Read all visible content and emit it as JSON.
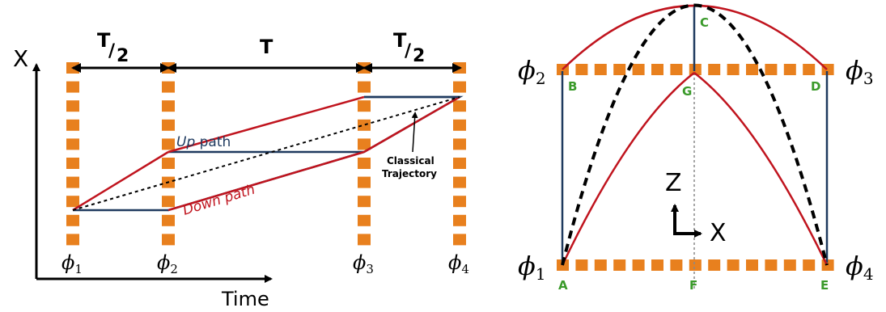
{
  "left_diagram": {
    "axis_x_label": "X",
    "axis_time_label": "Time",
    "interval_half_1": "T",
    "interval_half_1_sub": "2",
    "interval_full": "T",
    "interval_half_2": "T",
    "interval_half_2_sub": "2",
    "up_path_italic": "Up",
    "up_path_rest": " path",
    "down_path_label": "Down path",
    "classical_line1": "Classical",
    "classical_line2": "Trajectory",
    "pulses": [
      {
        "symbol": "ϕ",
        "sub": "1"
      },
      {
        "symbol": "ϕ",
        "sub": "2"
      },
      {
        "symbol": "ϕ",
        "sub": "3"
      },
      {
        "symbol": "ϕ",
        "sub": "4"
      }
    ]
  },
  "right_diagram": {
    "pulses": [
      {
        "symbol": "ϕ",
        "sub": "1"
      },
      {
        "symbol": "ϕ",
        "sub": "2"
      },
      {
        "symbol": "ϕ",
        "sub": "3"
      },
      {
        "symbol": "ϕ",
        "sub": "4"
      }
    ],
    "points": {
      "A": "A",
      "B": "B",
      "C": "C",
      "D": "D",
      "E": "E",
      "F": "F",
      "G": "G"
    },
    "axis_z_label": "Z",
    "axis_x_label": "X"
  },
  "colors": {
    "pulse": "#e8801e",
    "red_path": "#c0141e",
    "blue_path": "#1f3a5f",
    "point_label": "#3a9a2a",
    "axis": "#000000"
  }
}
